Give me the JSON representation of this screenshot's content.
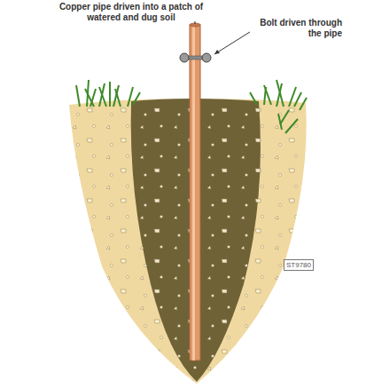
{
  "diagram": {
    "nodes": [
      {
        "text": [
          "ST9780"
        ]
      }
    ],
    "labels": [
      "Copper pipe driven into a patch of watered and dug soil",
      "Bolt driven through the pipe"
    ]
  }
}
